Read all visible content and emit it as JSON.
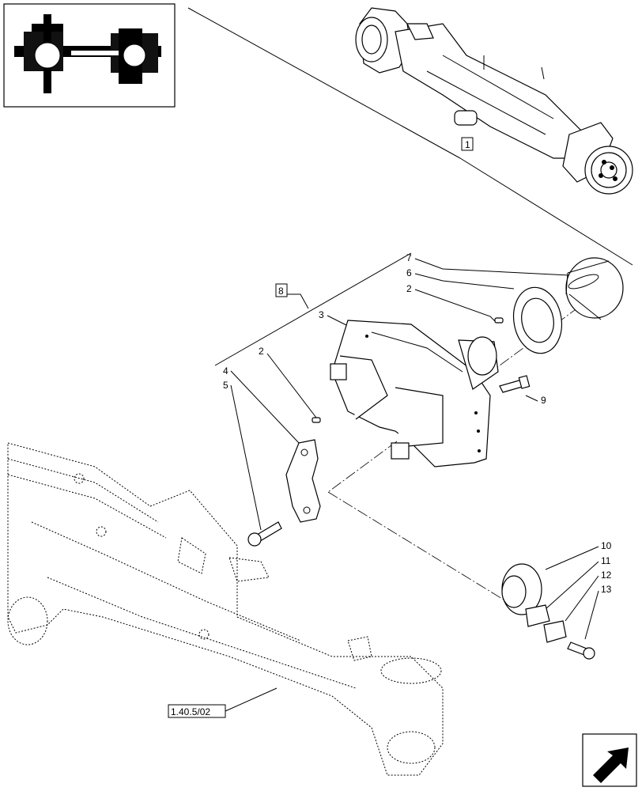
{
  "callouts": {
    "c1": "1",
    "c2a": "2",
    "c2b": "2",
    "c3": "3",
    "c4": "4",
    "c5": "5",
    "c6": "6",
    "c7": "7",
    "c8": "8",
    "c9": "9",
    "c10": "10",
    "c11": "11",
    "c12": "12",
    "c13": "13"
  },
  "reference": "1.40.5/02",
  "icons": {
    "thumbnail": "axle-thumbnail-icon",
    "nav": "next-page-arrow-icon"
  }
}
